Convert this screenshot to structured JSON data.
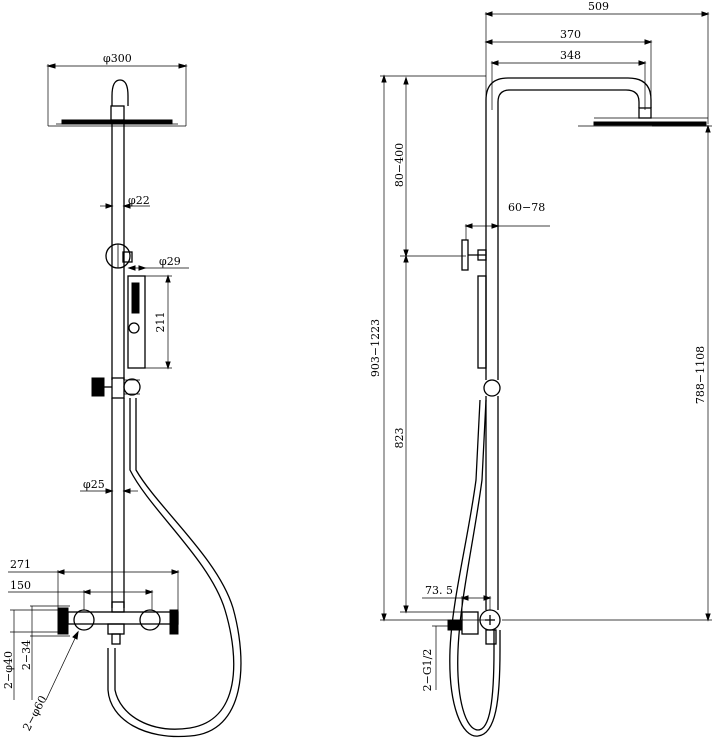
{
  "drawing": {
    "front_view": {
      "head_diameter": "φ300",
      "arm_diameter": "φ22",
      "handshower_diameter": "φ29",
      "handshower_length": "211",
      "riser_diameter": "φ25",
      "mixer_width": "271",
      "inlet_spacing": "150",
      "inlet_size_a": "2−φ40",
      "inlet_size_b": "2−34",
      "handle_diameter": "2−φ60"
    },
    "side_view": {
      "overall_depth": "509",
      "arm_projection": "370",
      "arm_inner": "348",
      "head_drop": "80−400",
      "wall_bracket": "60−78",
      "total_height": "903−1223",
      "riser_height": "823",
      "right_height": "788−1108",
      "mixer_offset": "73. 5",
      "inlet_thread": "2−G1/2"
    }
  }
}
